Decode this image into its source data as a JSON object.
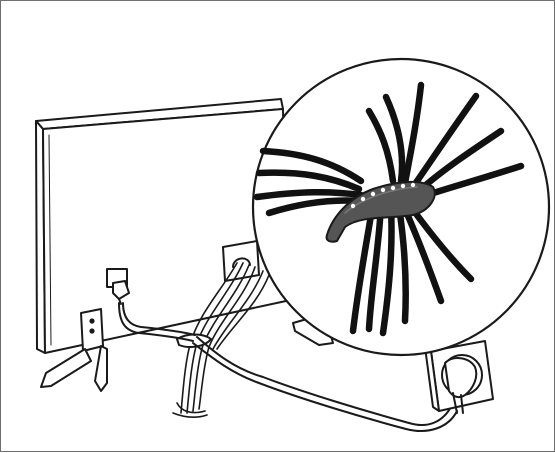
{
  "illustration": {
    "subject": "tv-cable-management",
    "colors": {
      "stroke": "#1a1a1a",
      "fill": "#ffffff",
      "cable": "#111111",
      "strap": "#555555",
      "strap_holes": "#ffffff",
      "frame_border": "#6f6f6f"
    },
    "parts": [
      "tv-panel",
      "tv-stand-left",
      "tv-stand-right",
      "power-connector",
      "cable-holder",
      "cable-bundle",
      "cable-tie",
      "power-cord",
      "wall-outlet",
      "power-plug",
      "zoom-detail-circle",
      "velcro-strap"
    ]
  }
}
